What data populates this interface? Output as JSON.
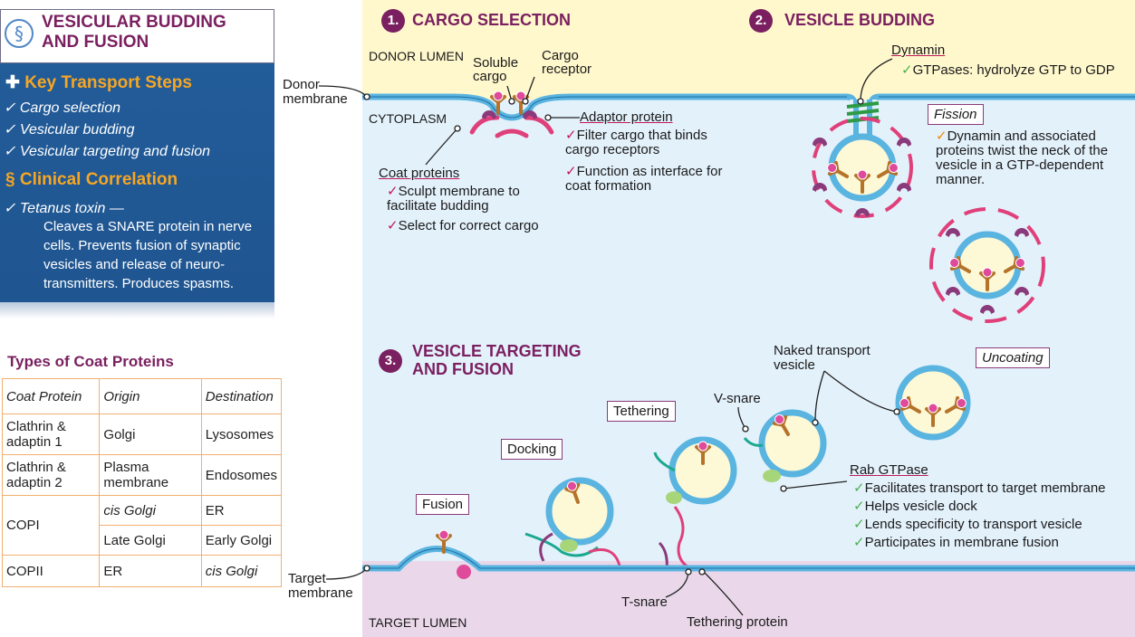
{
  "sidebar": {
    "title_line1": "VESICULAR BUDDING",
    "title_line2": "AND FUSION",
    "logo_icon": "caduceus-icon",
    "key_steps_heading": "Key Transport Steps",
    "key_steps": [
      "Cargo selection",
      "Vesicular budding",
      "Vesicular targeting and fusion"
    ],
    "clinical_heading": "Clinical Correlation",
    "clinical_item": "Tetanus toxin —",
    "clinical_desc": [
      "Cleaves a SNARE protein in nerve",
      "cells. Prevents fusion of synaptic",
      "vesicles and release of neuro-",
      "transmitters. Produces spasms."
    ]
  },
  "coat_table": {
    "title": "Types of Coat Proteins",
    "headers": [
      "Coat Protein",
      "Origin",
      "Destination"
    ],
    "rows": [
      {
        "protein": "Clathrin & adaptin 1",
        "origin": "Golgi",
        "destination": "Lysosomes"
      },
      {
        "protein": "Clathrin & adaptin 2",
        "origin": "Plasma membrane",
        "destination": "Endosomes"
      },
      {
        "protein": "COPI",
        "origin": "cis Golgi",
        "destination": "ER"
      },
      {
        "protein": "",
        "origin": "Late Golgi",
        "destination": "Early Golgi"
      },
      {
        "protein": "COPII",
        "origin": "ER",
        "destination": "cis Golgi"
      }
    ]
  },
  "diagram": {
    "section1": {
      "number": "1.",
      "title": "CARGO SELECTION"
    },
    "section2": {
      "number": "2.",
      "title": "VESICLE BUDDING"
    },
    "section3": {
      "number": "3.",
      "title_line1": "VESICLE TARGETING",
      "title_line2": "AND FUSION"
    },
    "donor_lumen": "DONOR LUMEN",
    "cytoplasm": "CYTOPLASM",
    "target_lumen": "TARGET LUMEN",
    "donor_membrane": "Donor membrane",
    "target_membrane": "Target membrane",
    "soluble_cargo": "Soluble cargo",
    "cargo_receptor": "Cargo receptor",
    "adaptor_protein": {
      "label": "Adaptor protein",
      "points": [
        "Filter cargo that binds cargo receptors",
        "Function as interface for coat formation"
      ]
    },
    "coat_proteins": {
      "label": "Coat proteins",
      "points": [
        "Sculpt membrane to facilitate budding",
        "Select for correct cargo"
      ]
    },
    "dynamin": {
      "label": "Dynamin",
      "point": "GTPases: hydrolyze GTP to GDP"
    },
    "fission": {
      "label": "Fission",
      "point": "Dynamin and associated proteins twist the neck of the vesicle in a GTP-dependent manner."
    },
    "naked_vesicle": "Naked transport vesicle",
    "uncoating": "Uncoating",
    "v_snare": "V-snare",
    "tethering": "Tethering",
    "docking": "Docking",
    "fusion": "Fusion",
    "t_snare": "T-snare",
    "tethering_protein": "Tethering protein",
    "rab": {
      "label": "Rab GTPase",
      "points": [
        "Facilitates transport to target membrane",
        "Helps vesicle dock",
        "Lends specificity to transport vesicle",
        "Participates in membrane fusion"
      ]
    }
  },
  "colors": {
    "accent_maroon": "#7a1f5f",
    "panel_blue": "#225c99",
    "heading_orange": "#f6a623",
    "coat_pink": "#e0407a",
    "adaptor_purple": "#8a3a7a",
    "receptor_brown": "#b5732a",
    "membrane_blue": "#5ab4e0"
  }
}
